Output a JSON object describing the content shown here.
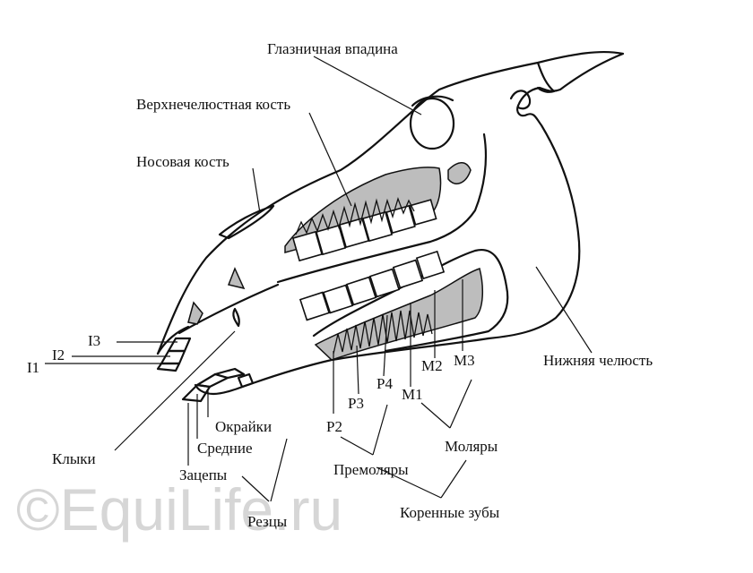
{
  "watermark": "©EquiLife.ru",
  "labels": {
    "orbit": "Глазничная впадина",
    "maxilla": "Верхнечелюстная кость",
    "nasal": "Носовая кость",
    "mandible": "Нижняя челюсть",
    "i3": "I3",
    "i2": "I2",
    "i1": "I1",
    "canines": "Клыки",
    "okrayki": "Окрайки",
    "srednie": "Средние",
    "zatsepy": "Зацепы",
    "reztsy": "Резцы",
    "p2": "P2",
    "p3": "P3",
    "p4": "P4",
    "m1": "M1",
    "m2": "M2",
    "m3": "M3",
    "premolars": "Премоляры",
    "molars": "Моляры",
    "cheek_teeth": "Коренные зубы"
  }
}
